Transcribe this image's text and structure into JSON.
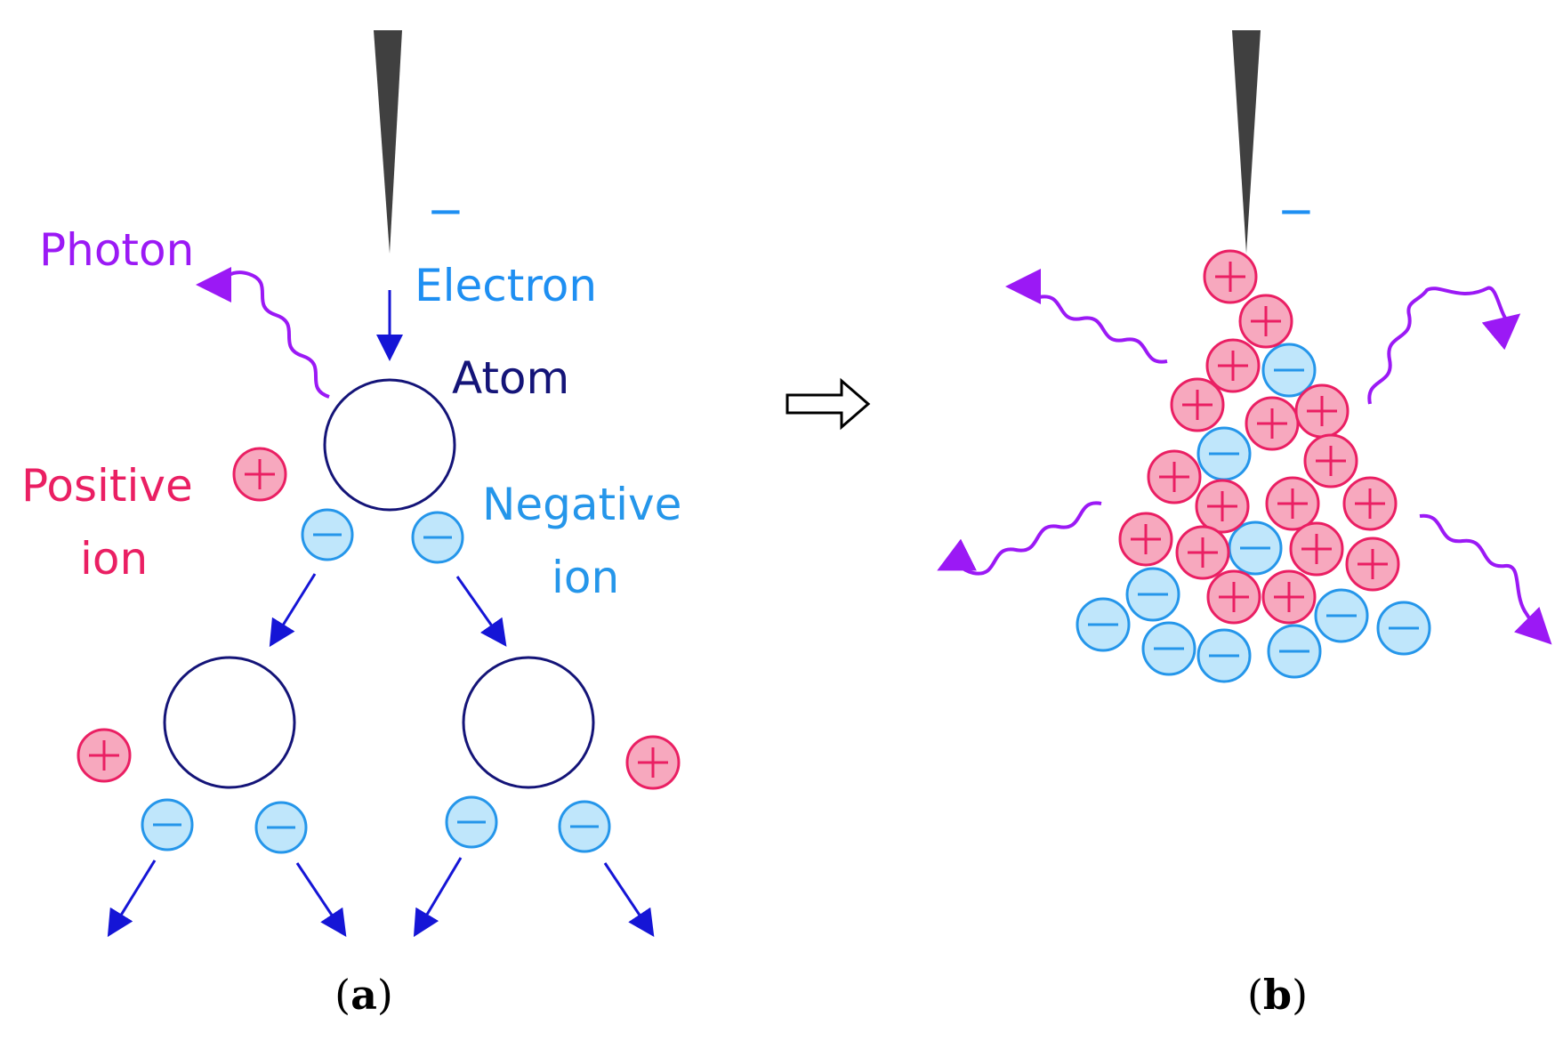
{
  "colors": {
    "photon": "#9b19f5",
    "electron": "#1e8ff2",
    "atom": "#141478",
    "positive": "#ea1f63",
    "positive_fill": "#f7a8be",
    "negative": "#2596ea",
    "negative_fill": "#bfe6fb",
    "arrow": "#1515d6",
    "tip": "#404040"
  },
  "icons": {
    "tip": "needle-tip-icon",
    "positive_ion": "plus-circle-icon",
    "negative_ion": "minus-circle-icon",
    "photon": "wavy-arrow-icon",
    "transition": "hollow-right-arrow-icon"
  },
  "panel_a": {
    "electron_charge": "−",
    "electron_label": "Electron",
    "photon_label": "Photon",
    "atom_label": "Atom",
    "positive_label_line1": "Positive",
    "positive_label_line2": "ion",
    "negative_label_line1": "Negative",
    "negative_label_line2": "ion",
    "plus_symbol": "+",
    "minus_symbol": "−",
    "caption_open": "(",
    "caption_letter": "a",
    "caption_close": ")"
  },
  "panel_b": {
    "electron_charge": "−",
    "plus_symbol": "+",
    "minus_symbol": "−",
    "caption_open": "(",
    "caption_letter": "b",
    "caption_close": ")"
  }
}
